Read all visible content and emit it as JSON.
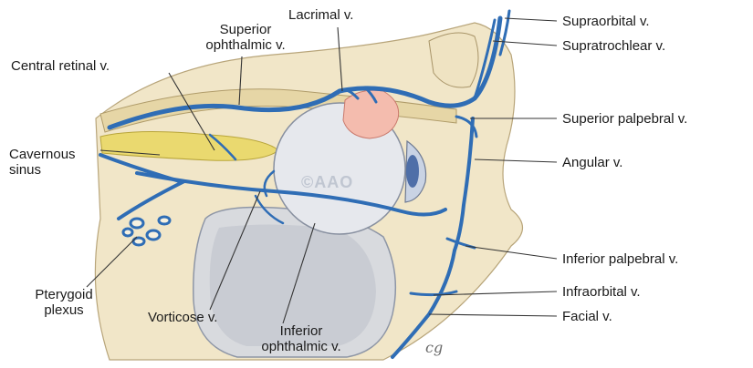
{
  "labels": {
    "lacrimal_v": "Lacrimal v.",
    "superior_ophthalmic_v": [
      "Superior",
      "ophthalmic v."
    ],
    "central_retinal_v": "Central retinal v.",
    "cavernous_sinus": [
      "Cavernous",
      "sinus"
    ],
    "pterygoid_plexus": [
      "Pterygoid",
      "plexus"
    ],
    "vorticose_v": "Vorticose v.",
    "inferior_ophthalmic_v": [
      "Inferior",
      "ophthalmic v."
    ],
    "supraorbital_v": "Supraorbital v.",
    "supratrochlear_v": "Supratrochlear v.",
    "superior_palpebral_v": "Superior palpebral v.",
    "angular_v": "Angular v.",
    "inferior_palpebral_v": "Inferior palpebral v.",
    "infraorbital_v": "Infraorbital v.",
    "facial_v": "Facial v."
  },
  "watermark": "©AAO",
  "signature": "cg",
  "colors": {
    "vein": "#2f6db5",
    "bone": "#e9dcb8",
    "soft_tissue": "#f4ead0",
    "sinus_yellow": "#e9d86a",
    "eyeball": "#e4e7ec",
    "lacrimal_gland": "#f3b9aa",
    "cavity": "#d7d9de"
  }
}
